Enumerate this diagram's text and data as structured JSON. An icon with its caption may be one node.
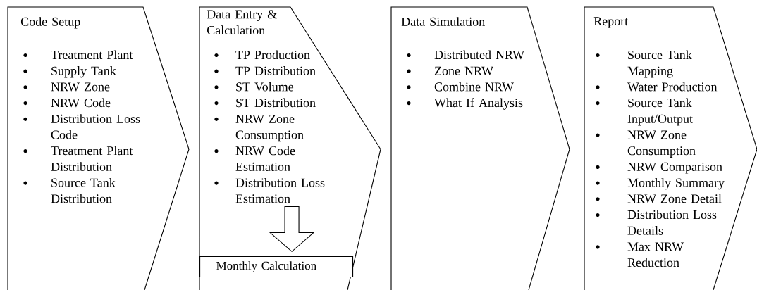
{
  "diagram": {
    "nodes": [
      {
        "text": [
          "Code Setup",
          "Treatment Plant",
          "Supply Tank",
          "NRW Zone",
          "NRW Code",
          "Distribution Loss Code",
          "Treatment Plant Distribution",
          "Source Tank Distribution"
        ]
      },
      {
        "text": [
          "Data Entry & Calculation",
          "TP Production",
          "TP Distribution",
          "ST Volume",
          "ST Distribution",
          "NRW Zone Consumption",
          "NRW Code Estimation",
          "Distribution Loss Estimation"
        ]
      },
      {
        "text": [
          "Data Simulation",
          "Distributed NRW",
          "Zone NRW",
          "Combine NRW",
          "What If Analysis"
        ]
      },
      {
        "text": [
          "Report",
          "Source Tank Mapping",
          "Water Production",
          "Source Tank Input/Output",
          "NRW Zone Consumption",
          "NRW Comparison",
          "Monthly Summary",
          "NRW Zone Detail",
          "Distribution Loss Details",
          "Max NRW Reduction"
        ]
      },
      {
        "text": [
          "Monthly Calculation"
        ],
        "in": 1
      }
    ],
    "edges": [
      {
        "from": 1,
        "to": 4,
        "arrow": "to"
      }
    ]
  }
}
